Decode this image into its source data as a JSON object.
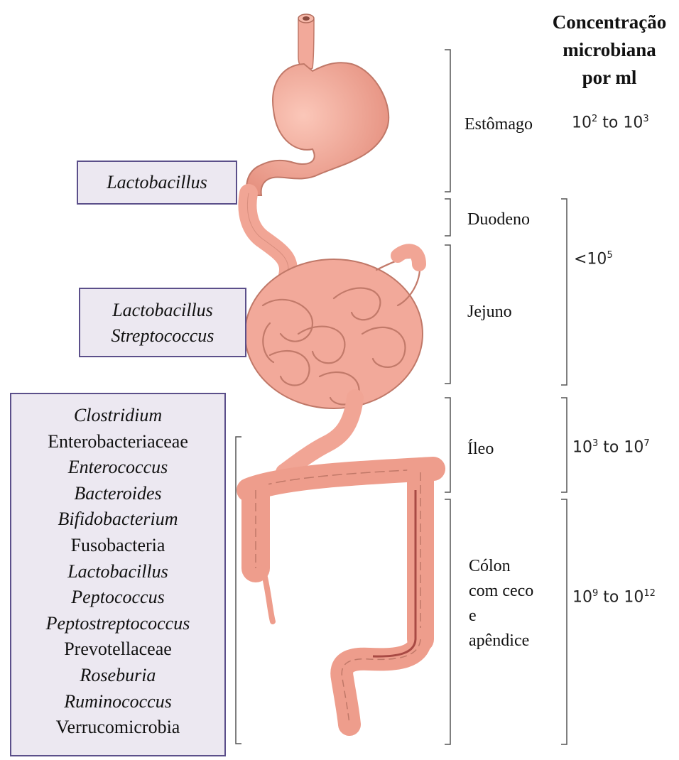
{
  "header": {
    "lines": [
      "Concentração",
      "microbiana",
      "por ml"
    ]
  },
  "regions": {
    "estomago": "Estômago",
    "duodeno": "Duodeno",
    "jejuno": "Jejuno",
    "ileo": "Íleo",
    "colon": [
      "Cólon",
      "com ceco",
      "e",
      "apêndice"
    ]
  },
  "concentrations": {
    "estomago": {
      "base1": "10",
      "exp1": "2",
      "mid": " to ",
      "base2": "10",
      "exp2": "3"
    },
    "duodeno_jejuno": {
      "prefix": "<10",
      "exp": "5"
    },
    "ileo": {
      "base1": "10",
      "exp1": "3",
      "mid": " to ",
      "base2": "10",
      "exp2": "7"
    },
    "colon": {
      "base1": "10",
      "exp1": "9",
      "mid": " to ",
      "base2": "10",
      "exp2": "12"
    }
  },
  "boxes": {
    "stomach": [
      "Lactobacillus"
    ],
    "small_intestine": [
      "Lactobacillus",
      "Streptococcus"
    ],
    "large_intestine": [
      {
        "name": "Clostridium",
        "italic": true
      },
      {
        "name": "Enterobacteriaceae",
        "italic": false
      },
      {
        "name": "Enterococcus",
        "italic": true
      },
      {
        "name": "Bacteroides",
        "italic": true
      },
      {
        "name": "Bifidobacterium",
        "italic": true
      },
      {
        "name": "Fusobacteria",
        "italic": false
      },
      {
        "name": "Lactobacillus",
        "italic": true
      },
      {
        "name": "Peptococcus",
        "italic": true
      },
      {
        "name": "Peptostreptococcus",
        "italic": true
      },
      {
        "name": "Prevotellaceae",
        "italic": false
      },
      {
        "name": "Roseburia",
        "italic": true
      },
      {
        "name": "Ruminococcus",
        "italic": true
      },
      {
        "name": "Verrucomicrobia",
        "italic": false
      }
    ]
  },
  "colors": {
    "organ_fill": "#f2a99a",
    "organ_stroke": "#c07868",
    "box_fill": "#ece8f1",
    "box_border": "#5b4f8a",
    "bracket": "#555555"
  }
}
